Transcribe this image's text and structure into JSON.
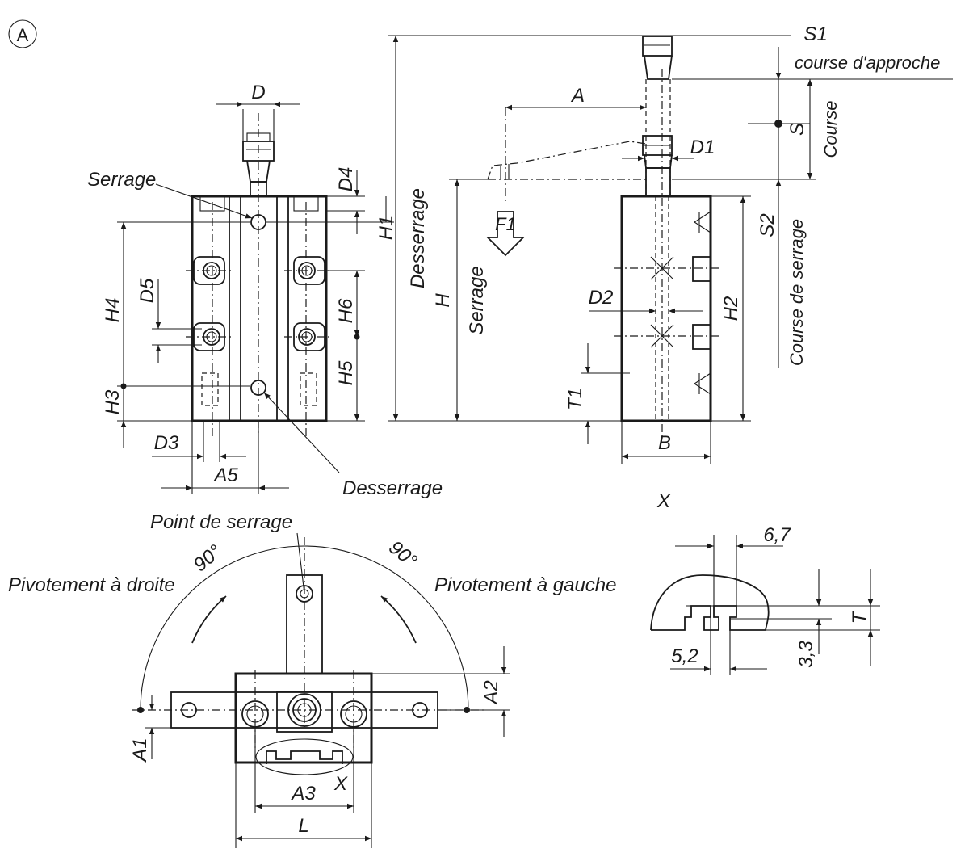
{
  "view_marker": "A",
  "labels": {
    "D": "D",
    "D1": "D1",
    "D2": "D2",
    "D3": "D3",
    "D4": "D4",
    "D5": "D5",
    "H": "H",
    "H1": "H1",
    "H2": "H2",
    "H3": "H3",
    "H4": "H4",
    "H5": "H5",
    "H6": "H6",
    "A": "A",
    "A1": "A1",
    "A2": "A2",
    "A3": "A3",
    "A5": "A5",
    "B": "B",
    "L": "L",
    "S": "S",
    "S1": "S1",
    "S2": "S2",
    "T": "T",
    "T1": "T1",
    "F1": "F1",
    "X_detail": "X",
    "X_mark": "X",
    "serrage_left": "Serrage",
    "desserrage_left": "Desserrage",
    "desserrage_vertical": "Desserrage",
    "serrage_vertical": "Serrage",
    "course_approche": "course d'approche",
    "course": "Course",
    "course_serrage": "Course de serrage",
    "point_serrage": "Point de serrage",
    "pivot_droite": "Pivotement à droite",
    "pivot_gauche": "Pivotement à gauche",
    "angle_left": "90°",
    "angle_right": "90°",
    "dim_67": "6,7",
    "dim_52": "5,2",
    "dim_33": "3,3"
  }
}
